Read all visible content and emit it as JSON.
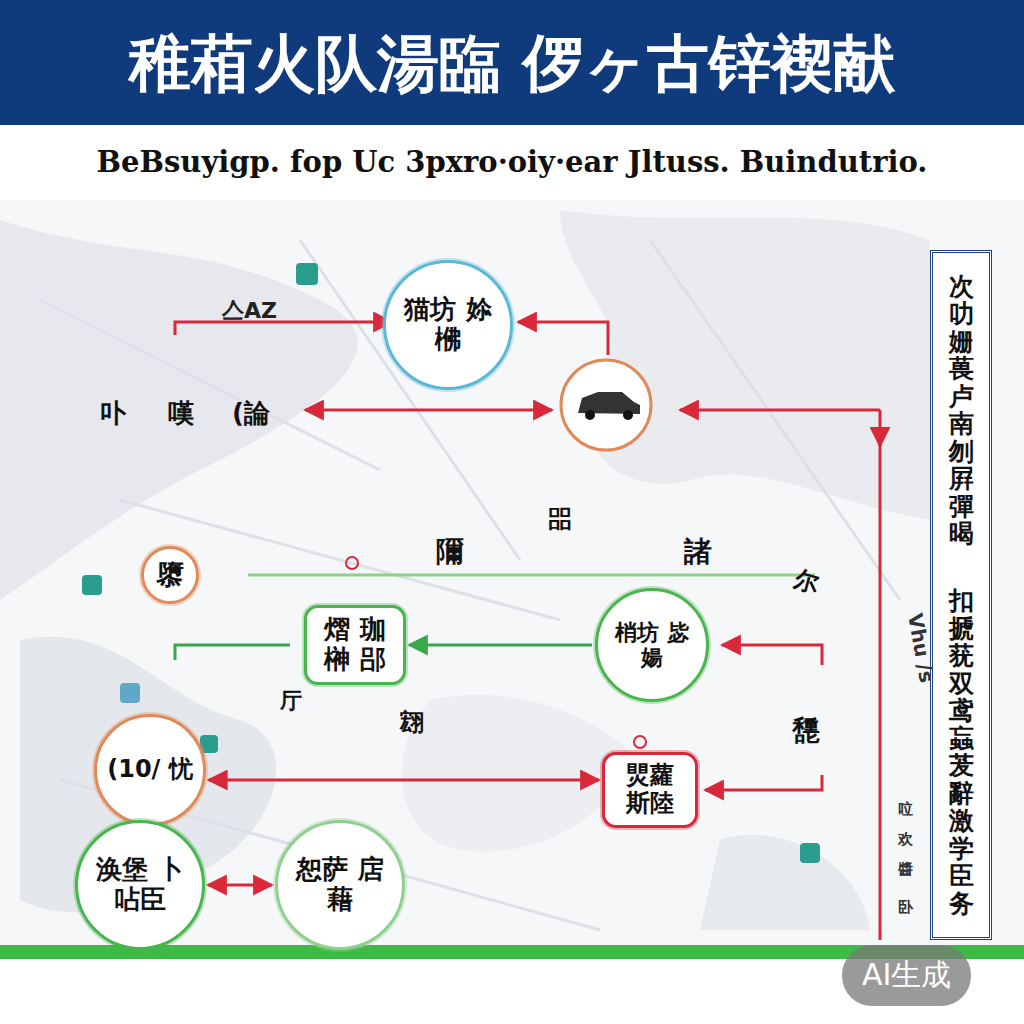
{
  "diagram": {
    "title": "稚葙火队湯臨 㑩ヶ古锌褉献",
    "caption": "BeBsuyigp. fop Uc 3pxro·oiy·ear Jltuss. Buindutrio.",
    "nodes": [
      {
        "text": [
          "猫坊 㛋梻"
        ]
      },
      {
        "text": [
          "隳"
        ]
      },
      {
        "text": [
          "熠 珈 榊 郘"
        ]
      },
      {
        "text": [
          "梢坊 毖婸"
        ]
      },
      {
        "text": [
          "(10/ 忧"
        ]
      },
      {
        "text": [
          "煛蘿 斯陸"
        ]
      },
      {
        "text": [
          "涣堡 卜呫臣"
        ]
      },
      {
        "text": [
          "恕萨 扂藉"
        ]
      },
      {
        "text": [
          "次叻姗葨卢南刎屛彈暍",
          "扣搋莸双鸢蝱茇辭激学臣务"
        ]
      }
    ],
    "edges": [
      {
        "from": 3,
        "to": 2,
        "arrow": "to"
      },
      {
        "from": 4,
        "to": 5,
        "arrow": "both"
      },
      {
        "from": 6,
        "to": 7,
        "arrow": "both"
      }
    ],
    "labels": [
      "亼AZ",
      "卟",
      "嘆",
      "(論",
      "㗊",
      "隬",
      "諸",
      "尔",
      "厅",
      "翝",
      "㘒",
      "Vhu /s",
      "㕸",
      "欢",
      "醬",
      "卧",
      "AI生成"
    ]
  }
}
